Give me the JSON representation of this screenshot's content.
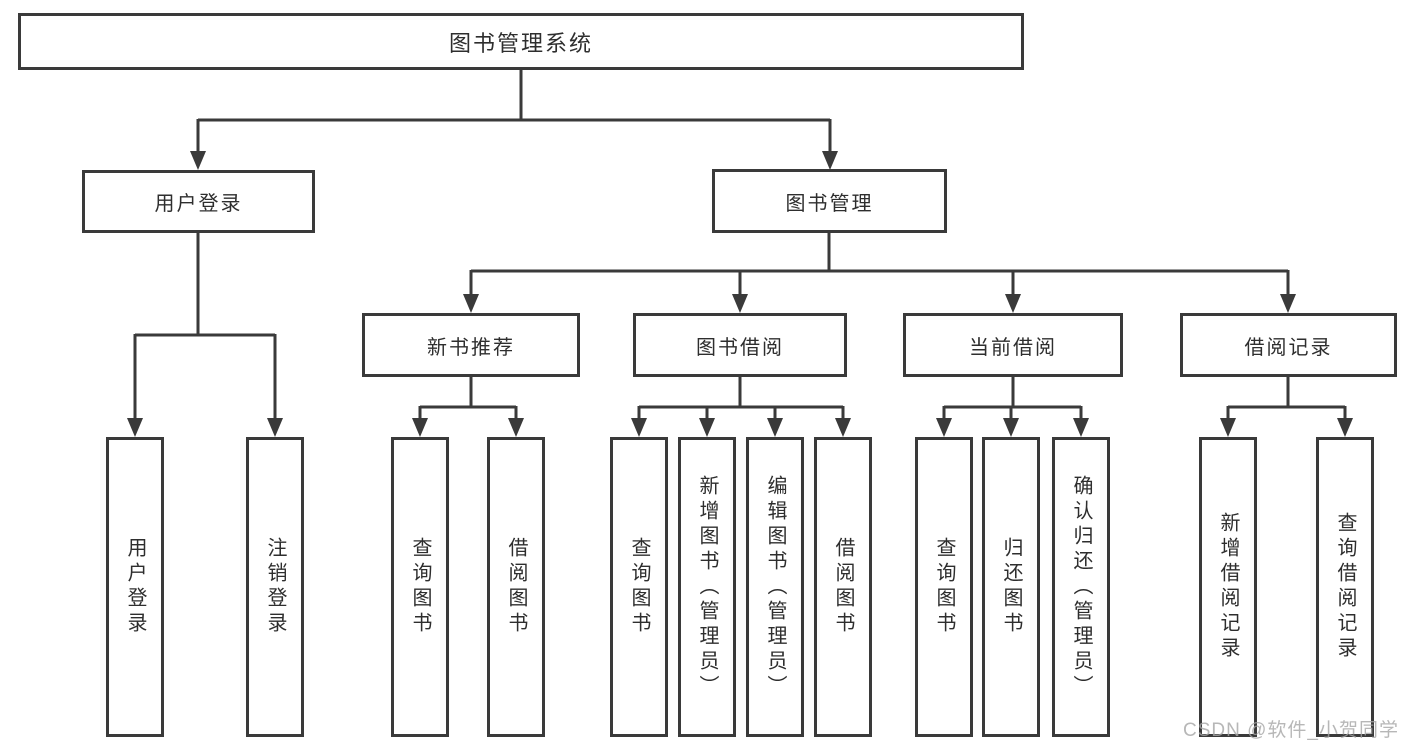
{
  "diagram": {
    "type": "hierarchy-tree",
    "stroke_color": "#3a3a3a",
    "text_color": "#2e2e2e",
    "box_background": "#ffffff",
    "tree": {
      "label": "图书管理系统",
      "children": [
        {
          "label": "用户登录",
          "children": [
            {
              "label": "用户登录"
            },
            {
              "label": "注销登录"
            }
          ]
        },
        {
          "label": "图书管理",
          "children": [
            {
              "label": "新书推荐",
              "children": [
                {
                  "label": "查询图书"
                },
                {
                  "label": "借阅图书"
                }
              ]
            },
            {
              "label": "图书借阅",
              "children": [
                {
                  "label": "查询图书"
                },
                {
                  "label": "新增图书（管理员）"
                },
                {
                  "label": "编辑图书（管理员）"
                },
                {
                  "label": "借阅图书"
                }
              ]
            },
            {
              "label": "当前借阅",
              "children": [
                {
                  "label": "查询图书"
                },
                {
                  "label": "归还图书"
                },
                {
                  "label": "确认归还（管理员）"
                }
              ]
            },
            {
              "label": "借阅记录",
              "children": [
                {
                  "label": "新增借阅记录"
                },
                {
                  "label": "查询借阅记录"
                }
              ]
            }
          ]
        }
      ]
    }
  },
  "watermark": {
    "text": "CSDN @软件_小贺同学",
    "color": "#a6a6a6"
  }
}
